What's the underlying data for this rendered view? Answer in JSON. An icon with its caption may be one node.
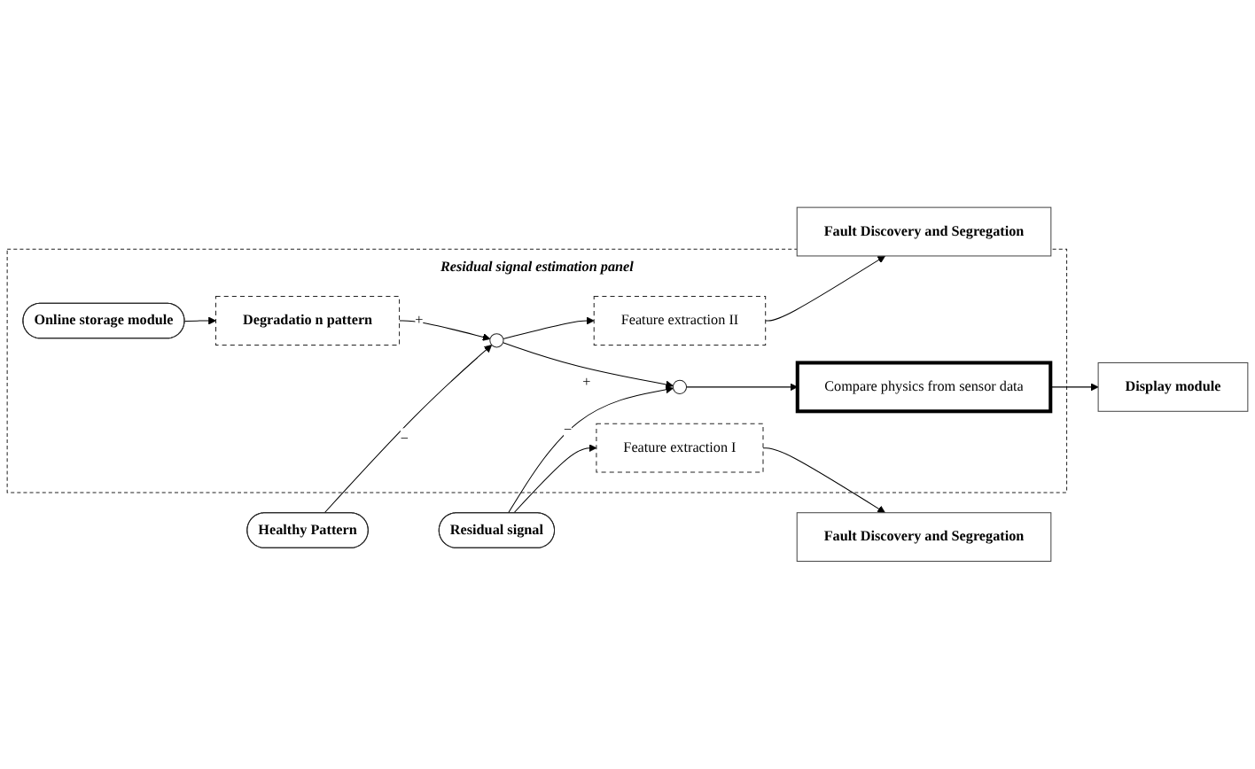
{
  "diagram": {
    "nodes": [
      {
        "text": [
          "Residual signal estimation panel"
        ]
      },
      {
        "text": [
          "Residual signal"
        ]
      },
      {
        "text": [
          "Healthy Pattern"
        ]
      },
      {
        "text": [
          "Feature extraction I"
        ],
        "in": 0
      },
      {
        "text": [],
        "shape": "circle",
        "in": 0
      },
      {
        "text": [
          "Compare physics from sensor data"
        ],
        "in": 0
      },
      {
        "text": [],
        "shape": "circle",
        "in": 0
      },
      {
        "text": [
          "Feature extraction II"
        ],
        "in": 0
      },
      {
        "text": [
          "Degradatio n pattern"
        ],
        "in": 0
      },
      {
        "text": [
          "Online storage module"
        ],
        "in": 0
      },
      {
        "text": [
          "Fault Discovery and Segregation"
        ]
      },
      {
        "text": [
          "Display module"
        ]
      },
      {
        "text": [
          "Fault Discovery and Segregation"
        ]
      }
    ],
    "edges": [
      {
        "from": 1,
        "to": 3,
        "arrow": "to"
      },
      {
        "from": 1,
        "to": 4,
        "arrow": "to",
        "label": "−"
      },
      {
        "from": 4,
        "to": 5,
        "arrow": "to"
      },
      {
        "from": 2,
        "to": 6,
        "arrow": "to",
        "label": "−"
      },
      {
        "from": 8,
        "to": 6,
        "arrow": "to",
        "label": "+"
      },
      {
        "from": 6,
        "to": 4,
        "arrow": "to",
        "label": "+"
      },
      {
        "from": 6,
        "to": 7,
        "arrow": "to"
      },
      {
        "from": 9,
        "to": 8,
        "arrow": "to"
      },
      {
        "from": 3,
        "to": 10,
        "arrow": "to"
      },
      {
        "from": 5,
        "to": 11,
        "arrow": "to"
      },
      {
        "from": 7,
        "to": 12,
        "arrow": "to"
      }
    ]
  }
}
